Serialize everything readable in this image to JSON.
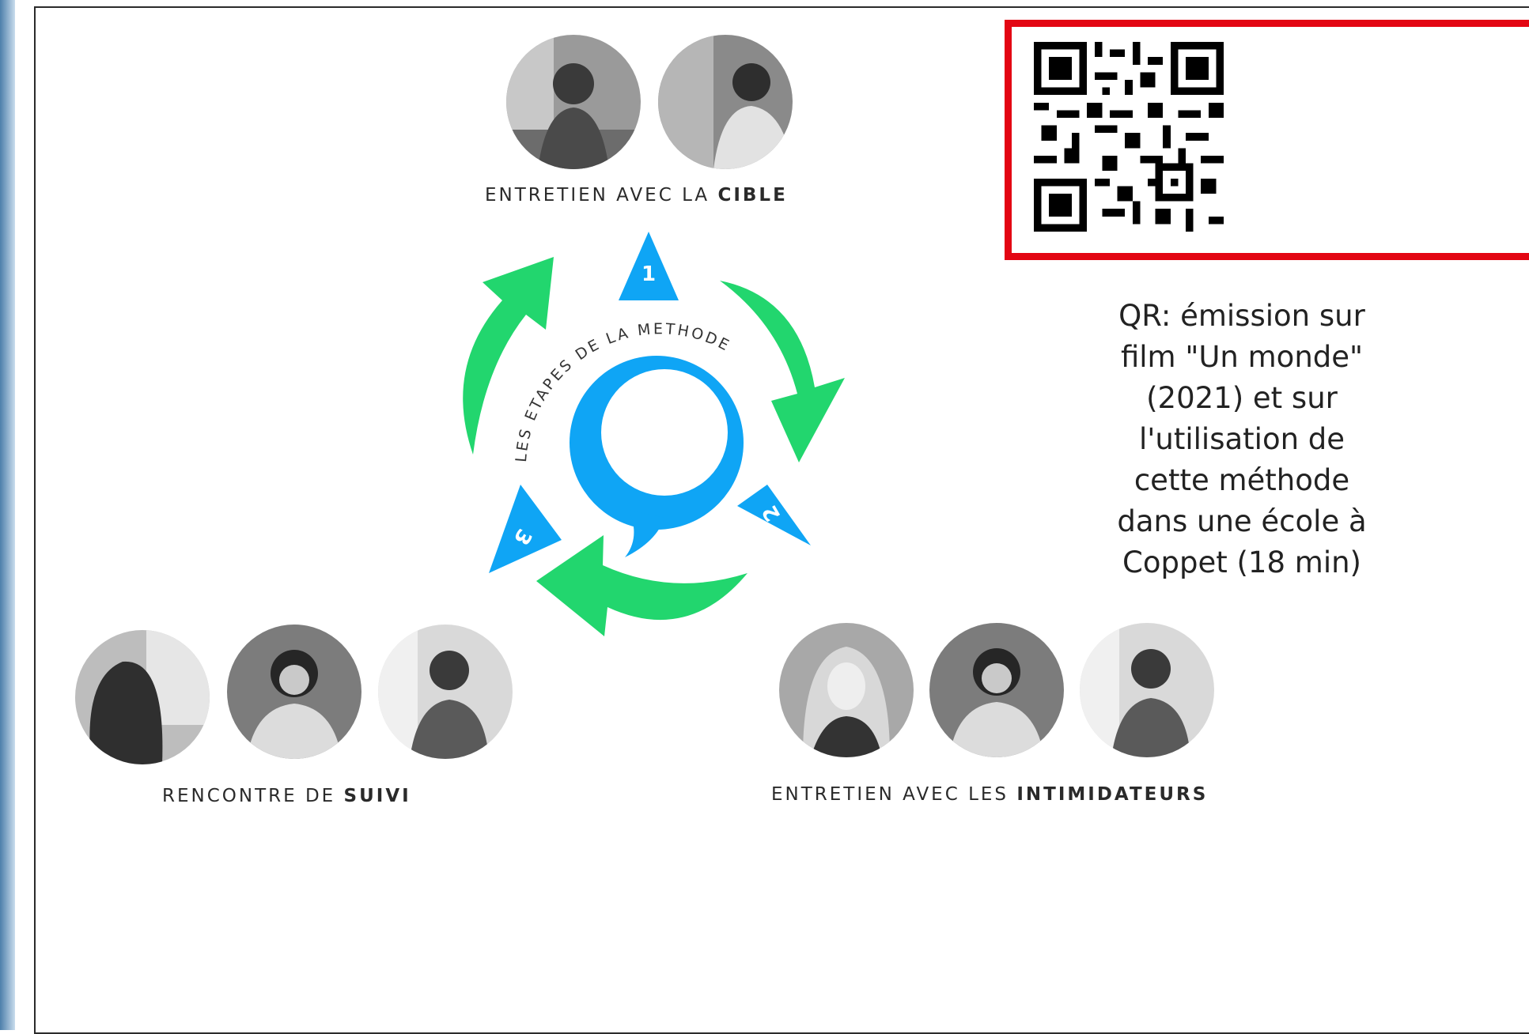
{
  "title_arc": "LES ETAPES DE LA METHODE",
  "steps": [
    {
      "number": "1",
      "caption_prefix": "ENTRETIEN AVEC LA ",
      "caption_bold": "CIBLE"
    },
    {
      "number": "2",
      "caption_prefix": "ENTRETIEN AVEC LES ",
      "caption_bold": "INTIMIDATEURS"
    },
    {
      "number": "3",
      "caption_prefix": "RENCONTRE DE ",
      "caption_bold": "SUIVI"
    }
  ],
  "qr_note_lines": [
    "QR: émission sur",
    "film \"Un monde\"",
    "(2021) et sur",
    "l'utilisation de",
    "cette méthode",
    "dans une école à",
    "Coppet (18 min)"
  ],
  "colors": {
    "arrow_green": "#22d66e",
    "bubble_blue": "#0fa5f5",
    "qr_border": "#e30613"
  },
  "icons": [
    "qr-code-icon",
    "speech-bubble-icon",
    "cycle-arrow-icon",
    "step-triangle-icon"
  ]
}
